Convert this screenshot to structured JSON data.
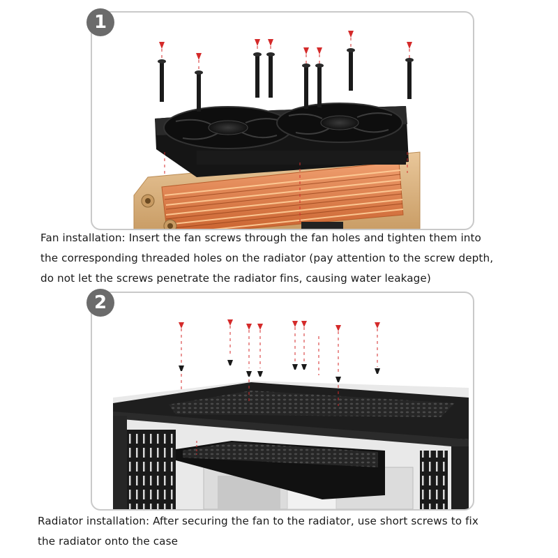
{
  "steps": [
    {
      "number": "1",
      "caption_lines": [
        "Fan installation: Insert the fan screws through the fan holes and tighten them into",
        " the corresponding threaded holes on the radiator (pay attention to the screw depth,",
        " do not let the screws penetrate the radiator fins, causing water leakage)"
      ]
    },
    {
      "number": "2",
      "caption_lines": [
        " Radiator installation: After securing the fan to the radiator, use short screws to fix",
        "the radiator onto the case"
      ]
    }
  ],
  "colors": {
    "badge": "#6b6b6b",
    "panel_border": "#c9c9c9",
    "arrow_red": "#d42a2a",
    "copper": "#d9773f",
    "case_black": "#1e1e1e"
  }
}
